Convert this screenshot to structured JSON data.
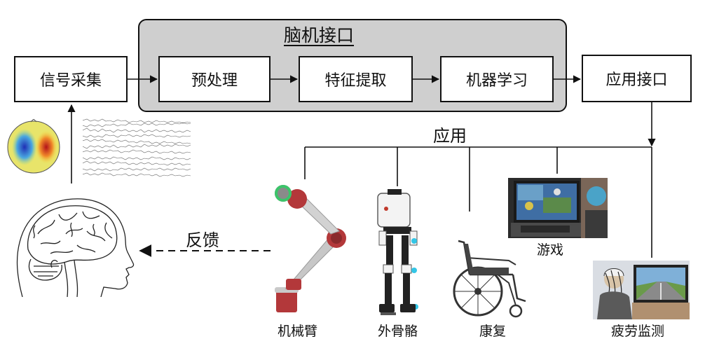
{
  "panel": {
    "title": "脑机接口"
  },
  "boxes": {
    "signal_acquisition": "信号采集",
    "preprocessing": "预处理",
    "feature_extraction": "特征提取",
    "machine_learning": "机器学习",
    "application_interface": "应用接口"
  },
  "labels": {
    "application": "应用",
    "feedback": "反馈"
  },
  "applications": [
    "机械臂",
    "外骨骼",
    "康复",
    "游戏",
    "疲劳监测"
  ],
  "colors": {
    "panel_fill": "#cfcfcf",
    "line": "#111111",
    "robot_arm_red": "#b3383a",
    "robot_arm_green": "#3cc46a",
    "exo_cyan": "#33c6e6"
  }
}
